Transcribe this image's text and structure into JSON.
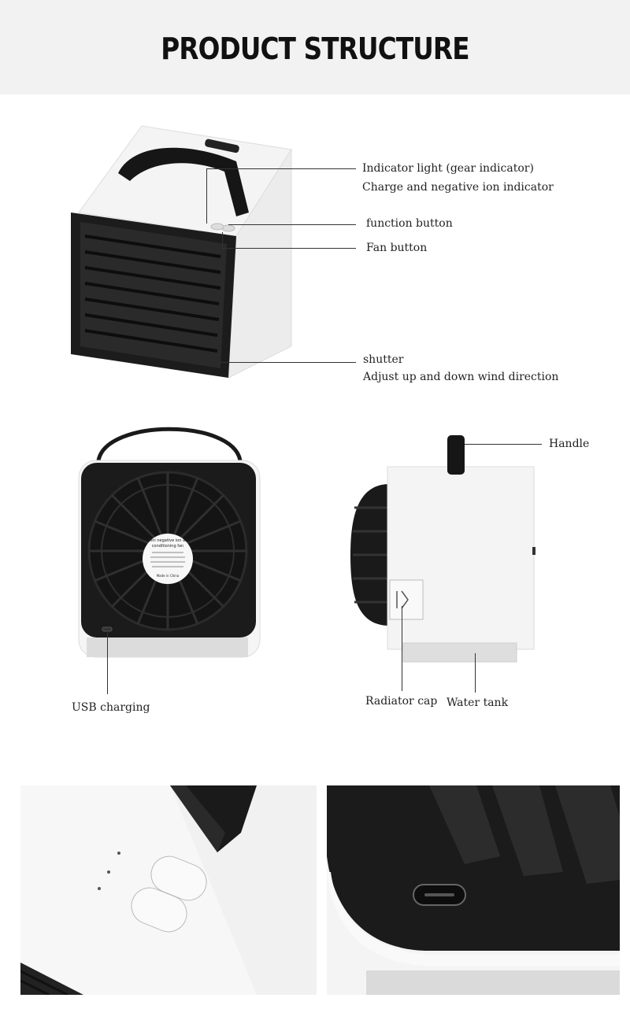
{
  "header": {
    "title": "PRODUCT STRUCTURE"
  },
  "callouts": {
    "indicator_title": "Indicator light (gear indicator)",
    "indicator_sub": "Charge and negative ion indicator",
    "function_button": "function button",
    "fan_button": "Fan button",
    "shutter_title": "shutter",
    "shutter_sub": "Adjust up and down wind direction",
    "handle": "Handle",
    "usb_charging": "USB charging",
    "radiator_cap": "Radiator cap",
    "water_tank": "Water tank"
  },
  "product_sticker": {
    "line1": "Mini negative ion air",
    "line2": "conditioning fan",
    "line3": "Made in China"
  },
  "colors": {
    "header_bg": "#f2f2f2",
    "body_white": "#f7f7f7",
    "body_black": "#1b1b1b"
  }
}
